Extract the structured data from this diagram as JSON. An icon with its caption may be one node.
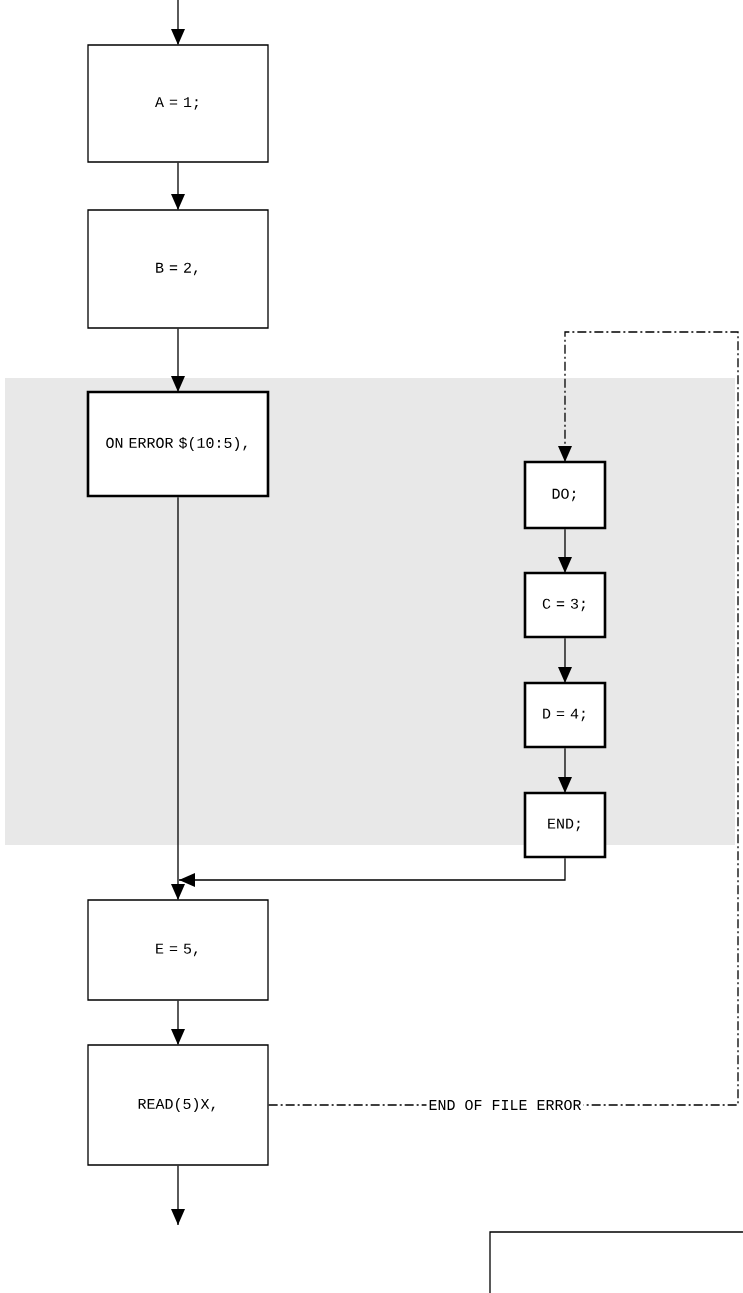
{
  "diagram": {
    "nodes": [
      {
        "text": [
          "A = 1;"
        ]
      },
      {
        "text": [
          "B = 2,"
        ]
      },
      {
        "text": [
          "ON ERROR $(10:5),"
        ]
      },
      {
        "text": [
          "DO;"
        ]
      },
      {
        "text": [
          "C = 3;"
        ]
      },
      {
        "text": [
          "D = 4;"
        ]
      },
      {
        "text": [
          "END;"
        ]
      },
      {
        "text": [
          "E = 5,"
        ]
      },
      {
        "text": [
          "READ(5)X,"
        ]
      },
      {
        "text": [],
        "shape": "box"
      }
    ],
    "edges": [
      {
        "from": null,
        "to": 0,
        "arrow": "to"
      },
      {
        "from": 0,
        "to": 1,
        "arrow": "to"
      },
      {
        "from": 1,
        "to": 2,
        "arrow": "to"
      },
      {
        "from": 2,
        "to": 7,
        "arrow": "to"
      },
      {
        "from": 3,
        "to": 4,
        "arrow": "to"
      },
      {
        "from": 4,
        "to": 5,
        "arrow": "to"
      },
      {
        "from": 5,
        "to": 6,
        "arrow": "to"
      },
      {
        "from": 6,
        "to": 7,
        "arrow": "to"
      },
      {
        "from": 7,
        "to": 8,
        "arrow": "to"
      },
      {
        "from": 8,
        "to": null,
        "arrow": "to"
      },
      {
        "from": 8,
        "to": 3,
        "arrow": "to",
        "label": "END OF FILE ERROR",
        "style": "dashed"
      }
    ]
  }
}
